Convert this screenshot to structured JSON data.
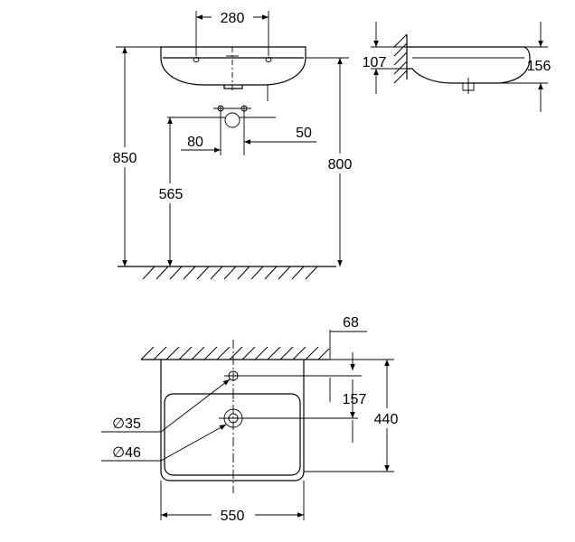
{
  "drawing": {
    "front_view": {
      "tap_hole_spacing": "280",
      "height_rim": "850",
      "height_bottom": "800",
      "height_waste": "565",
      "offset_left": "80",
      "offset_right": "50"
    },
    "side_view": {
      "depth_top": "107",
      "depth_side": "156"
    },
    "top_view": {
      "wall_offset": "68",
      "tap_to_waste": "157",
      "depth_total": "440",
      "width_total": "550",
      "diameter_tap": "∅35",
      "diameter_waste": "∅46"
    }
  }
}
